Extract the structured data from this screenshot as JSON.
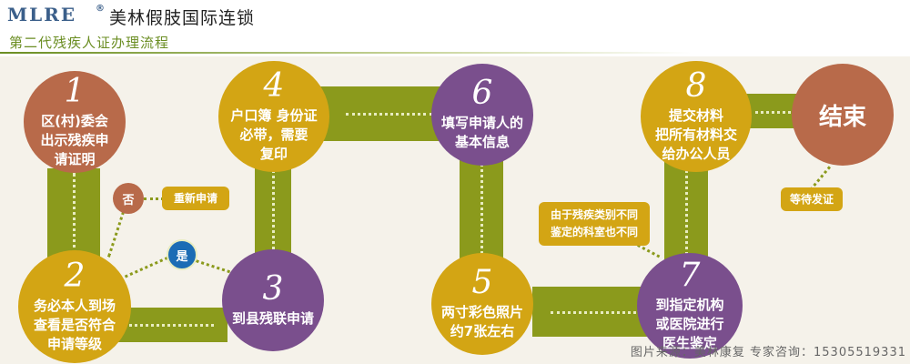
{
  "header": {
    "brand": "MLRE",
    "reg": "®",
    "company": "美林假肢国际连锁",
    "subtitle": "第二代残疾人证办理流程"
  },
  "steps": [
    {
      "num": "1",
      "text": "区(村)委会\n出示残疾申\n请证明"
    },
    {
      "num": "2",
      "text": "务必本人到场\n查看是否符合\n申请等级"
    },
    {
      "num": "3",
      "text": "到县残联申请"
    },
    {
      "num": "4",
      "text": "户口簿  身份证\n必带，需要\n复印"
    },
    {
      "num": "5",
      "text": "两寸彩色照片\n约7张左右"
    },
    {
      "num": "6",
      "text": "填写申请人的\n基本信息"
    },
    {
      "num": "7",
      "text": "到指定机构\n或医院进行\n医生鉴定"
    },
    {
      "num": "8",
      "text": "提交材料\n把所有材料交\n给办公人员"
    }
  ],
  "end": {
    "text": "结束"
  },
  "branches": {
    "no": "否",
    "yes": "是",
    "reapply": "重新申请",
    "waiting": "等待发证",
    "note": "由于残疾类别不同\n鉴定的科室也不同"
  },
  "footer": "图片来源：美林康复  专家咨询：15305519331"
}
